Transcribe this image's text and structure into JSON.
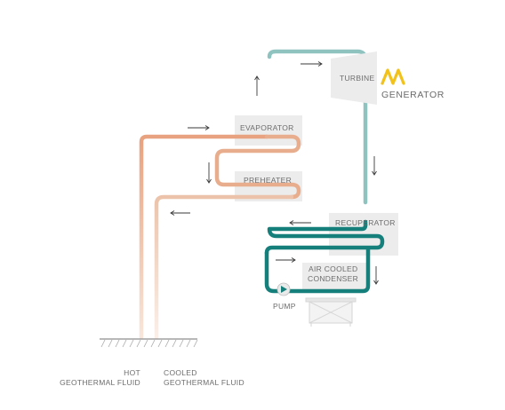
{
  "components": {
    "turbine": "TURBINE",
    "generator": "GENERATOR",
    "evaporator": "EVAPORATOR",
    "preheater": "PREHEATER",
    "recuperator": "RECUPERATOR",
    "condenser_line1": "AIR COOLED",
    "condenser_line2": "CONDENSER",
    "pump": "PUMP"
  },
  "fluids": {
    "hot_line1": "HOT",
    "hot_line2": "GEOTHERMAL FLUID",
    "cooled_line1": "COOLED",
    "cooled_line2": "GEOTHERMAL FLUID"
  },
  "colors": {
    "working_fluid_dark": "#157f7c",
    "working_fluid_light": "#a8cfcd",
    "geothermal_hot": "#e8a27f",
    "geothermal_cool": "#f6dccd",
    "component_box": "#ececec",
    "generator_icon": "#f2c21b"
  }
}
